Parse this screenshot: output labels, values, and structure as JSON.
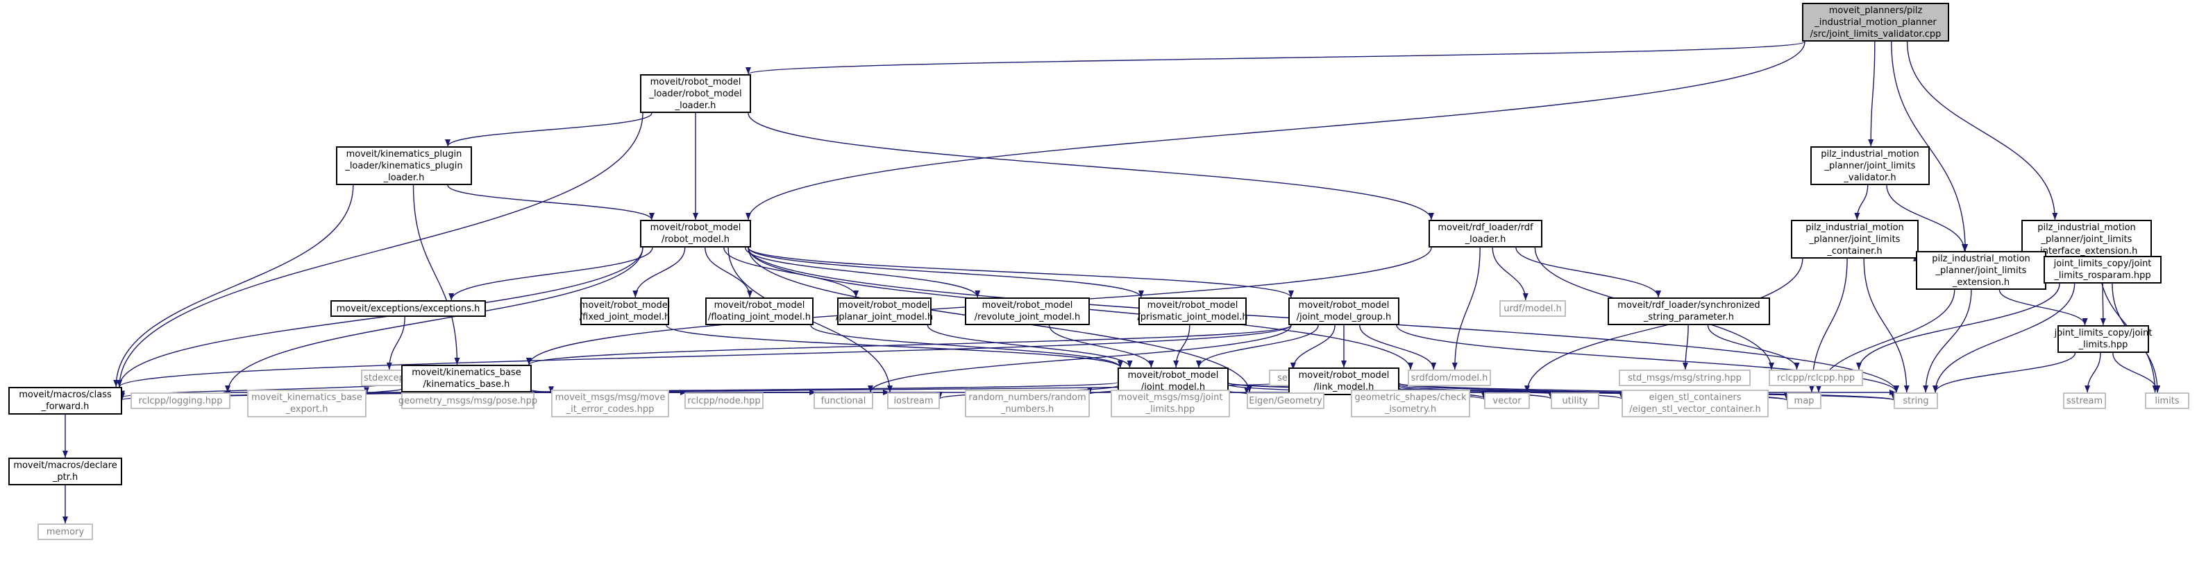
{
  "diagram": {
    "colors": {
      "edge": "#191970",
      "internal_border": "#000000",
      "external_border": "#bfbfbf",
      "external_text": "#808080",
      "root_fill": "#bfbfbf"
    },
    "nodes": [
      {
        "id": "n0",
        "label": "moveit_planners/pilz\n_industrial_motion_planner\n/src/joint_limits_validator.cpp",
        "kind": "root"
      },
      {
        "id": "n1",
        "label": "moveit/robot_model\n_loader/robot_model\n_loader.h",
        "kind": "internal"
      },
      {
        "id": "n2",
        "label": "moveit/kinematics_plugin\n_loader/kinematics_plugin\n_loader.h",
        "kind": "internal"
      },
      {
        "id": "n3",
        "label": "moveit/robot_model\n/robot_model.h",
        "kind": "internal"
      },
      {
        "id": "n4",
        "label": "moveit/rdf_loader/rdf\n_loader.h",
        "kind": "internal"
      },
      {
        "id": "n5",
        "label": "pilz_industrial_motion\n_planner/joint_limits\n_validator.h",
        "kind": "internal"
      },
      {
        "id": "n6",
        "label": "pilz_industrial_motion\n_planner/joint_limits\n_container.h",
        "kind": "internal"
      },
      {
        "id": "n7",
        "label": "pilz_industrial_motion\n_planner/joint_limits\n_interface_extension.h",
        "kind": "internal"
      },
      {
        "id": "n8",
        "label": "pilz_industrial_motion\n_planner/joint_limits\n_extension.h",
        "kind": "internal"
      },
      {
        "id": "n9",
        "label": "joint_limits_copy/joint\n_limits_rosparam.hpp",
        "kind": "internal"
      },
      {
        "id": "n10",
        "label": "joint_limits_copy/joint\n_limits.hpp",
        "kind": "internal"
      },
      {
        "id": "n11",
        "label": "moveit/exceptions/exceptions.h",
        "kind": "internal"
      },
      {
        "id": "n12",
        "label": "moveit/robot_model\n/fixed_joint_model.h",
        "kind": "internal"
      },
      {
        "id": "n13",
        "label": "moveit/robot_model\n/floating_joint_model.h",
        "kind": "internal"
      },
      {
        "id": "n14",
        "label": "moveit/robot_model\n/planar_joint_model.h",
        "kind": "internal"
      },
      {
        "id": "n15",
        "label": "moveit/robot_model\n/revolute_joint_model.h",
        "kind": "internal"
      },
      {
        "id": "n16",
        "label": "moveit/robot_model\n/prismatic_joint_model.h",
        "kind": "internal"
      },
      {
        "id": "n17",
        "label": "moveit/robot_model\n/joint_model_group.h",
        "kind": "internal"
      },
      {
        "id": "n18",
        "label": "urdf/model.h",
        "kind": "external"
      },
      {
        "id": "n19",
        "label": "moveit/rdf_loader/synchronized\n_string_parameter.h",
        "kind": "internal"
      },
      {
        "id": "n20",
        "label": "stdexcept",
        "kind": "external"
      },
      {
        "id": "n21",
        "label": "moveit/kinematics_base\n/kinematics_base.h",
        "kind": "internal"
      },
      {
        "id": "n22",
        "label": "moveit/robot_model\n/joint_model.h",
        "kind": "internal"
      },
      {
        "id": "n23",
        "label": "set",
        "kind": "external"
      },
      {
        "id": "n24",
        "label": "moveit/robot_model\n/link_model.h",
        "kind": "internal"
      },
      {
        "id": "n25",
        "label": "srdfdom/model.h",
        "kind": "external"
      },
      {
        "id": "n26",
        "label": "std_msgs/msg/string.hpp",
        "kind": "external"
      },
      {
        "id": "n27",
        "label": "rclcpp/rclcpp.hpp",
        "kind": "external"
      },
      {
        "id": "n28",
        "label": "moveit/macros/class\n_forward.h",
        "kind": "internal"
      },
      {
        "id": "n29",
        "label": "rclcpp/logging.hpp",
        "kind": "external"
      },
      {
        "id": "n30",
        "label": "moveit_kinematics_base\n_export.h",
        "kind": "external"
      },
      {
        "id": "n31",
        "label": "geometry_msgs/msg/pose.hpp",
        "kind": "external"
      },
      {
        "id": "n32",
        "label": "moveit_msgs/msg/move\n_it_error_codes.hpp",
        "kind": "external"
      },
      {
        "id": "n33",
        "label": "rclcpp/node.hpp",
        "kind": "external"
      },
      {
        "id": "n34",
        "label": "functional",
        "kind": "external"
      },
      {
        "id": "n35",
        "label": "iostream",
        "kind": "external"
      },
      {
        "id": "n36",
        "label": "random_numbers/random\n_numbers.h",
        "kind": "external"
      },
      {
        "id": "n37",
        "label": "moveit_msgs/msg/joint\n_limits.hpp",
        "kind": "external"
      },
      {
        "id": "n38",
        "label": "Eigen/Geometry",
        "kind": "external"
      },
      {
        "id": "n39",
        "label": "geometric_shapes/check\n_isometry.h",
        "kind": "external"
      },
      {
        "id": "n40",
        "label": "vector",
        "kind": "external"
      },
      {
        "id": "n41",
        "label": "utility",
        "kind": "external"
      },
      {
        "id": "n42",
        "label": "eigen_stl_containers\n/eigen_stl_vector_container.h",
        "kind": "external"
      },
      {
        "id": "n43",
        "label": "map",
        "kind": "external"
      },
      {
        "id": "n44",
        "label": "string",
        "kind": "external"
      },
      {
        "id": "n45",
        "label": "sstream",
        "kind": "external"
      },
      {
        "id": "n46",
        "label": "limits",
        "kind": "external"
      },
      {
        "id": "n47",
        "label": "moveit/macros/declare\n_ptr.h",
        "kind": "internal"
      },
      {
        "id": "n48",
        "label": "memory",
        "kind": "external"
      }
    ],
    "edges": [
      [
        "n0",
        "n1"
      ],
      [
        "n0",
        "n3"
      ],
      [
        "n0",
        "n5"
      ],
      [
        "n0",
        "n8"
      ],
      [
        "n0",
        "n7"
      ],
      [
        "n1",
        "n2"
      ],
      [
        "n1",
        "n3"
      ],
      [
        "n1",
        "n4"
      ],
      [
        "n1",
        "n28"
      ],
      [
        "n2",
        "n3"
      ],
      [
        "n2",
        "n21"
      ],
      [
        "n2",
        "n28"
      ],
      [
        "n3",
        "n11"
      ],
      [
        "n3",
        "n12"
      ],
      [
        "n3",
        "n13"
      ],
      [
        "n3",
        "n14"
      ],
      [
        "n3",
        "n15"
      ],
      [
        "n3",
        "n16"
      ],
      [
        "n3",
        "n17"
      ],
      [
        "n3",
        "n25"
      ],
      [
        "n3",
        "n28"
      ],
      [
        "n3",
        "n29"
      ],
      [
        "n3",
        "n35"
      ],
      [
        "n3",
        "n38"
      ],
      [
        "n3",
        "n44"
      ],
      [
        "n4",
        "n18"
      ],
      [
        "n4",
        "n19"
      ],
      [
        "n4",
        "n25"
      ],
      [
        "n4",
        "n27"
      ],
      [
        "n4",
        "n21"
      ],
      [
        "n5",
        "n6"
      ],
      [
        "n5",
        "n8"
      ],
      [
        "n6",
        "n8"
      ],
      [
        "n6",
        "n40"
      ],
      [
        "n6",
        "n43"
      ],
      [
        "n6",
        "n44"
      ],
      [
        "n7",
        "n8"
      ],
      [
        "n7",
        "n9"
      ],
      [
        "n7",
        "n46"
      ],
      [
        "n8",
        "n10"
      ],
      [
        "n8",
        "n43"
      ],
      [
        "n8",
        "n44"
      ],
      [
        "n9",
        "n10"
      ],
      [
        "n9",
        "n27"
      ],
      [
        "n9",
        "n44"
      ],
      [
        "n9",
        "n46"
      ],
      [
        "n10",
        "n44"
      ],
      [
        "n10",
        "n45"
      ],
      [
        "n10",
        "n46"
      ],
      [
        "n11",
        "n20"
      ],
      [
        "n12",
        "n22"
      ],
      [
        "n13",
        "n22"
      ],
      [
        "n14",
        "n22"
      ],
      [
        "n15",
        "n22"
      ],
      [
        "n16",
        "n22"
      ],
      [
        "n17",
        "n22"
      ],
      [
        "n17",
        "n24"
      ],
      [
        "n17",
        "n21"
      ],
      [
        "n17",
        "n23"
      ],
      [
        "n17",
        "n25"
      ],
      [
        "n17",
        "n34"
      ],
      [
        "n17",
        "n44"
      ],
      [
        "n17",
        "n28"
      ],
      [
        "n19",
        "n26"
      ],
      [
        "n19",
        "n27"
      ],
      [
        "n21",
        "n28"
      ],
      [
        "n21",
        "n29"
      ],
      [
        "n21",
        "n30"
      ],
      [
        "n21",
        "n31"
      ],
      [
        "n21",
        "n32"
      ],
      [
        "n21",
        "n33"
      ],
      [
        "n21",
        "n34"
      ],
      [
        "n21",
        "n35"
      ],
      [
        "n21",
        "n44"
      ],
      [
        "n22",
        "n36"
      ],
      [
        "n22",
        "n37"
      ],
      [
        "n22",
        "n38"
      ],
      [
        "n22",
        "n35"
      ],
      [
        "n22",
        "n40"
      ],
      [
        "n22",
        "n43"
      ],
      [
        "n22",
        "n44"
      ],
      [
        "n22",
        "n28"
      ],
      [
        "n24",
        "n38"
      ],
      [
        "n24",
        "n39"
      ],
      [
        "n24",
        "n40"
      ],
      [
        "n24",
        "n41"
      ],
      [
        "n24",
        "n42"
      ],
      [
        "n24",
        "n43"
      ],
      [
        "n24",
        "n44"
      ],
      [
        "n24",
        "n28"
      ],
      [
        "n28",
        "n47"
      ],
      [
        "n47",
        "n48"
      ]
    ]
  }
}
